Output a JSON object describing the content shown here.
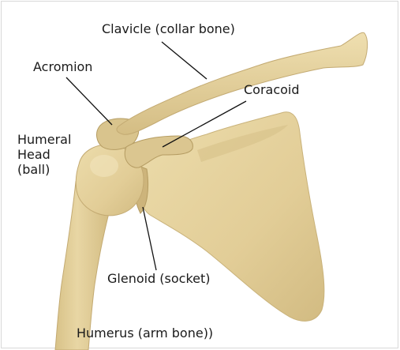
{
  "labels": {
    "clavicle": "Clavicle (collar bone)",
    "acromion": "Acromion",
    "coracoid": "Coracoid",
    "humeral_head": [
      "Humeral",
      "Head",
      "(ball)"
    ],
    "glenoid": "Glenoid (socket)",
    "humerus": "Humerus (arm bone))"
  },
  "colors": {
    "bone": "#e3cf9b",
    "bone_shadow": "#c9b27a",
    "bone_dark": "#b59c62",
    "bone_light": "#efe0b6",
    "leader_line": "#111111",
    "text": "#1a1a1a",
    "background": "#ffffff"
  }
}
